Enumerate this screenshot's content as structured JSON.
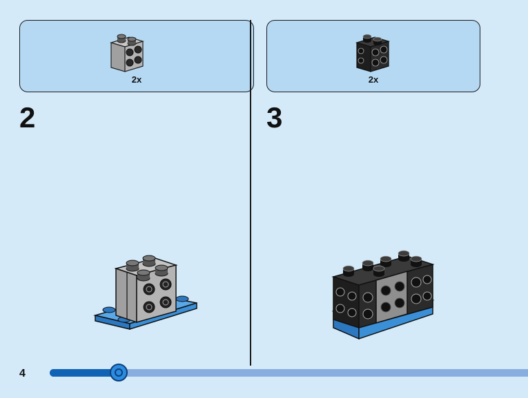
{
  "steps": [
    {
      "number": "2",
      "parts": {
        "quantity": "2x",
        "part_color": "#a5a5a5",
        "part_icon": "brick-1x2-studs-on-side-icon"
      }
    },
    {
      "number": "3",
      "parts": {
        "quantity": "2x",
        "part_color": "#2b2b2b",
        "part_icon": "brick-1x2-studs-on-side-icon"
      }
    }
  ],
  "page": {
    "number": "4"
  },
  "progress": {
    "fraction": 0.145
  },
  "colors": {
    "background": "#d4eaf9",
    "callout": "#b5d9f3",
    "plate": "#3a8fd6",
    "progress_fill": "#0f62b4",
    "progress_track": "#88aee0"
  }
}
